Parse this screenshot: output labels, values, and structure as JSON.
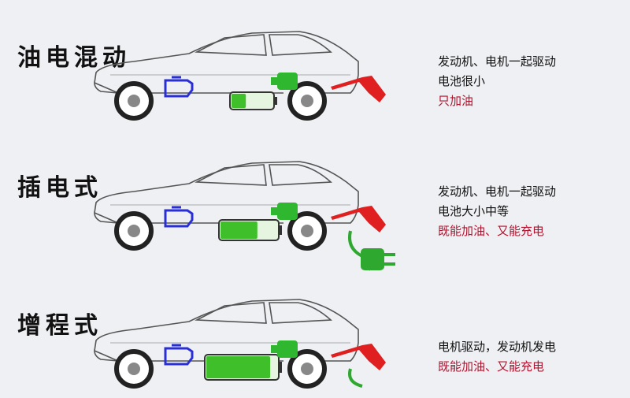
{
  "sections": [
    {
      "title": "油电混动",
      "lines": [
        "发动机、电机一起驱动",
        "电池很小"
      ],
      "highlight": "只加油",
      "battery_fill": 0.35,
      "has_plug": false
    },
    {
      "title": "插电式",
      "lines": [
        "发动机、电机一起驱动",
        "电池大小中等"
      ],
      "highlight": "既能加油、又能充电",
      "battery_fill": 0.65,
      "has_plug": true
    },
    {
      "title": "增程式",
      "lines": [
        "电机驱动，发动机发电"
      ],
      "highlight": "既能加油、又能充电",
      "battery_fill": 0.9,
      "has_plug": true
    }
  ],
  "colors": {
    "engine": "#2a2fd4",
    "battery": "#3fbf2a",
    "motor": "#2fb82f",
    "fuel_nozzle": "#e02020",
    "plug": "#2fa830",
    "highlight_text": "#b3122e"
  },
  "icons": [
    "engine-icon",
    "battery-icon",
    "motor-icon",
    "fuel-nozzle-icon",
    "charging-plug-icon"
  ]
}
